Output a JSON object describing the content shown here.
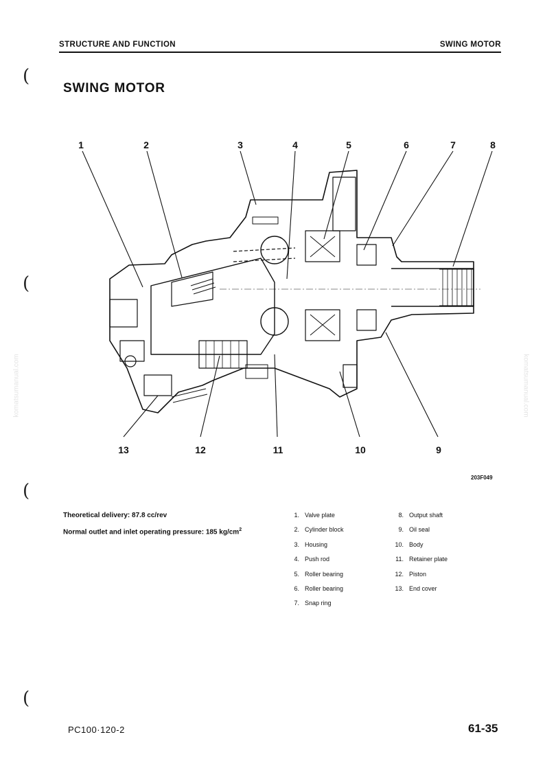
{
  "header": {
    "section": "STRUCTURE AND FUNCTION",
    "topic": "SWING MOTOR"
  },
  "title": "SWING MOTOR",
  "figure": {
    "code": "203F049",
    "callouts": [
      "1",
      "2",
      "3",
      "4",
      "5",
      "6",
      "7",
      "8",
      "9",
      "10",
      "11",
      "12",
      "13"
    ]
  },
  "specs": {
    "delivery_label": "Theoretical delivery:",
    "delivery_value": "87.8 cc/rev",
    "pressure_label": "Normal outlet and inlet operating pressure:",
    "pressure_value": "185 kg/cm",
    "pressure_sup": "2"
  },
  "parts_left": [
    {
      "num": "1.",
      "name": "Valve plate"
    },
    {
      "num": "2.",
      "name": "Cylinder block"
    },
    {
      "num": "3.",
      "name": "Housing"
    },
    {
      "num": "4.",
      "name": "Push rod"
    },
    {
      "num": "5.",
      "name": "Roller bearing"
    },
    {
      "num": "6.",
      "name": "Roller bearing"
    },
    {
      "num": "7.",
      "name": "Snap ring"
    }
  ],
  "parts_right": [
    {
      "num": "8.",
      "name": "Output shaft"
    },
    {
      "num": "9.",
      "name": "Oil seal"
    },
    {
      "num": "10.",
      "name": "Body"
    },
    {
      "num": "11.",
      "name": "Retainer plate"
    },
    {
      "num": "12.",
      "name": "Piston"
    },
    {
      "num": "13.",
      "name": "End cover"
    }
  ],
  "footer": {
    "model": "PC100·120-2",
    "page": "61-35"
  },
  "watermark": "komatsumanual.com",
  "binder_hole_glyph": "("
}
